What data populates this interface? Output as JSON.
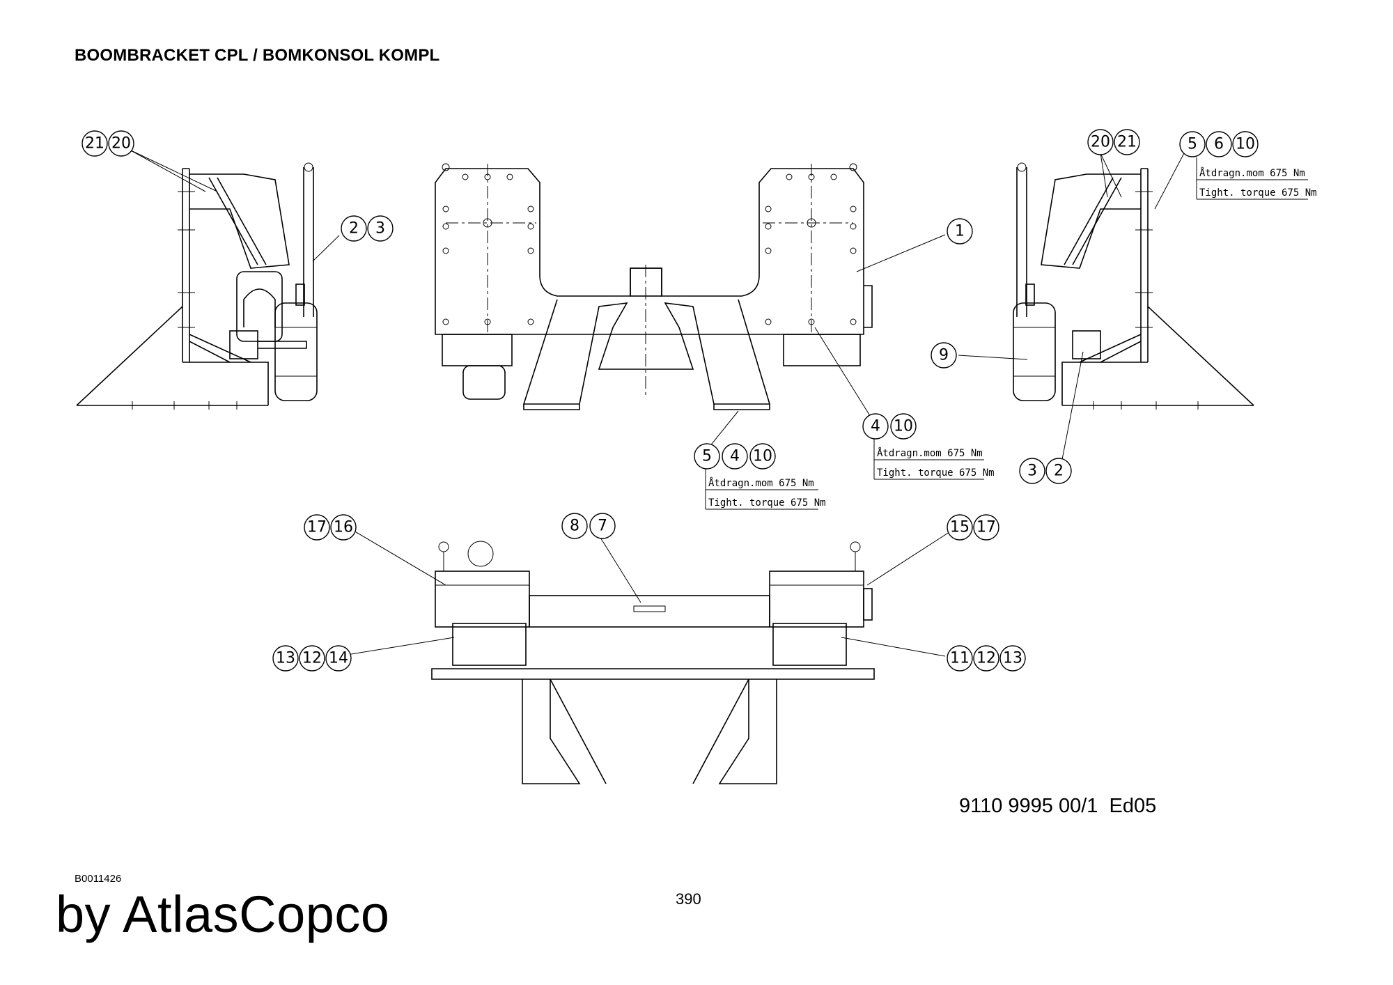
{
  "title": "BOOMBRACKET CPL / BOMKONSOL KOMPL",
  "document_number": "9110 9995 00/1  Ed05",
  "reference": "B0011426",
  "page_number": "390",
  "brand": "by AtlasCopco",
  "callouts": {
    "c21a": "21",
    "c20a": "20",
    "c2a": "2",
    "c3a": "3",
    "c1": "1",
    "c20b": "20",
    "c21b": "21",
    "c5a": "5",
    "c6": "6",
    "c10a": "10",
    "c9": "9",
    "c3b": "3",
    "c2b": "2",
    "c4a": "4",
    "c10b": "10",
    "c5b": "5",
    "c4b": "4",
    "c10c": "10",
    "c17a": "17",
    "c16": "16",
    "c8": "8",
    "c7": "7",
    "c15": "15",
    "c17b": "17",
    "c13a": "13",
    "c12a": "12",
    "c14": "14",
    "c11": "11",
    "c12b": "12",
    "c13b": "13"
  },
  "notes": {
    "torque_sv": "Åtdragn.mom 675 Nm",
    "torque_en": "Tight. torque 675 Nm"
  }
}
